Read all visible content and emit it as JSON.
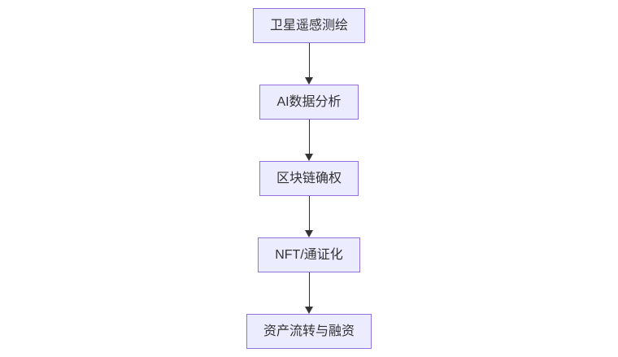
{
  "diagram": {
    "type": "flowchart-top-down",
    "colors": {
      "node_fill": "#ECECFF",
      "node_border": "#9370DB",
      "node_text": "#333333",
      "arrow": "#333333",
      "background": "#ffffff"
    },
    "nodes": [
      {
        "id": "satellite-remote-sensing",
        "label": "卫星遥感测绘"
      },
      {
        "id": "ai-data-analysis",
        "label": "AI数据分析"
      },
      {
        "id": "blockchain-rights-confirmation",
        "label": "区块链确权"
      },
      {
        "id": "nft-tokenization",
        "label": "NFT/通证化"
      },
      {
        "id": "asset-circulation-financing",
        "label": "资产流转与融资"
      }
    ],
    "edges": [
      {
        "from": "satellite-remote-sensing",
        "to": "ai-data-analysis"
      },
      {
        "from": "ai-data-analysis",
        "to": "blockchain-rights-confirmation"
      },
      {
        "from": "blockchain-rights-confirmation",
        "to": "nft-tokenization"
      },
      {
        "from": "nft-tokenization",
        "to": "asset-circulation-financing"
      }
    ]
  }
}
